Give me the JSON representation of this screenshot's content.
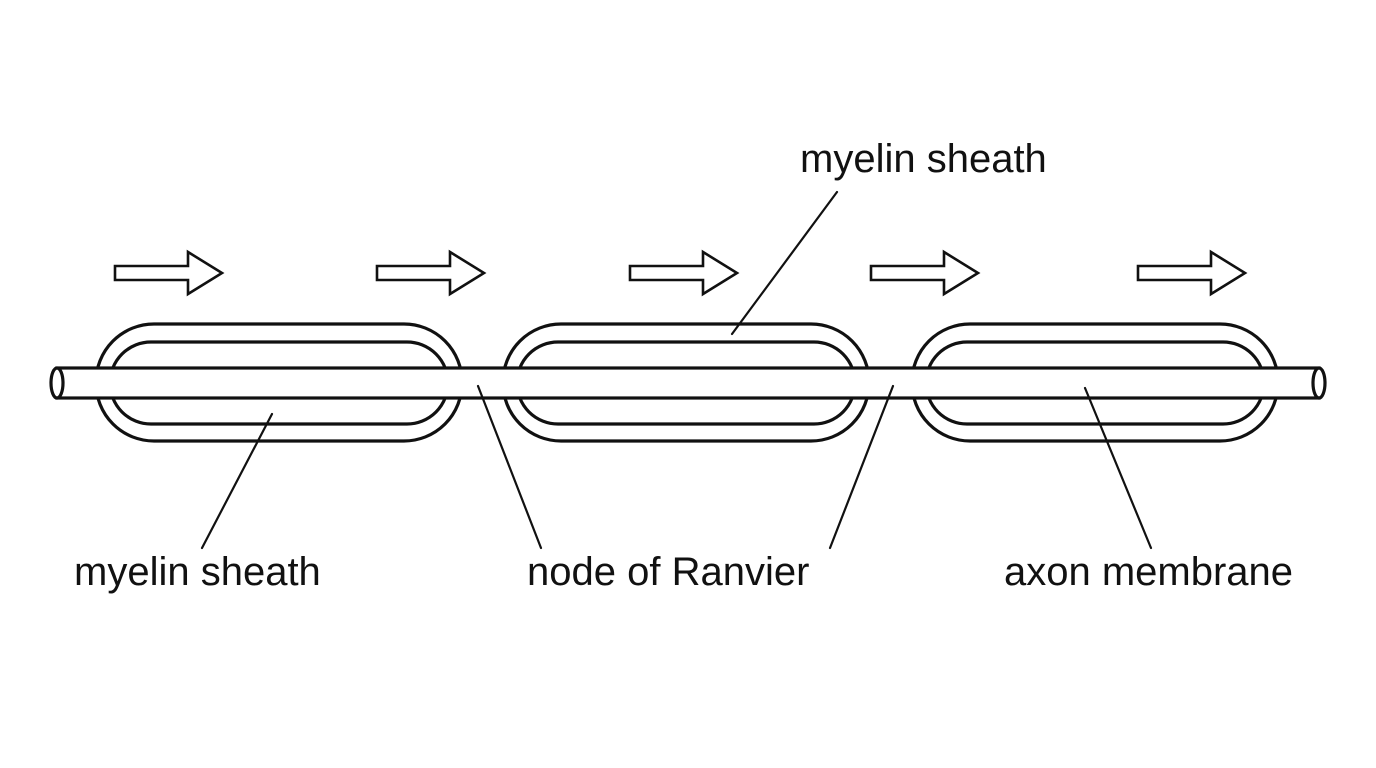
{
  "labels": {
    "myelin_sheath_top": "myelin sheath",
    "myelin_sheath_bottom": "myelin sheath",
    "node_of_ranvier": "node of Ranvier",
    "axon_membrane": "axon membrane"
  },
  "arrow_direction": "right",
  "arrow_count": 5,
  "myelin_segment_count": 3
}
